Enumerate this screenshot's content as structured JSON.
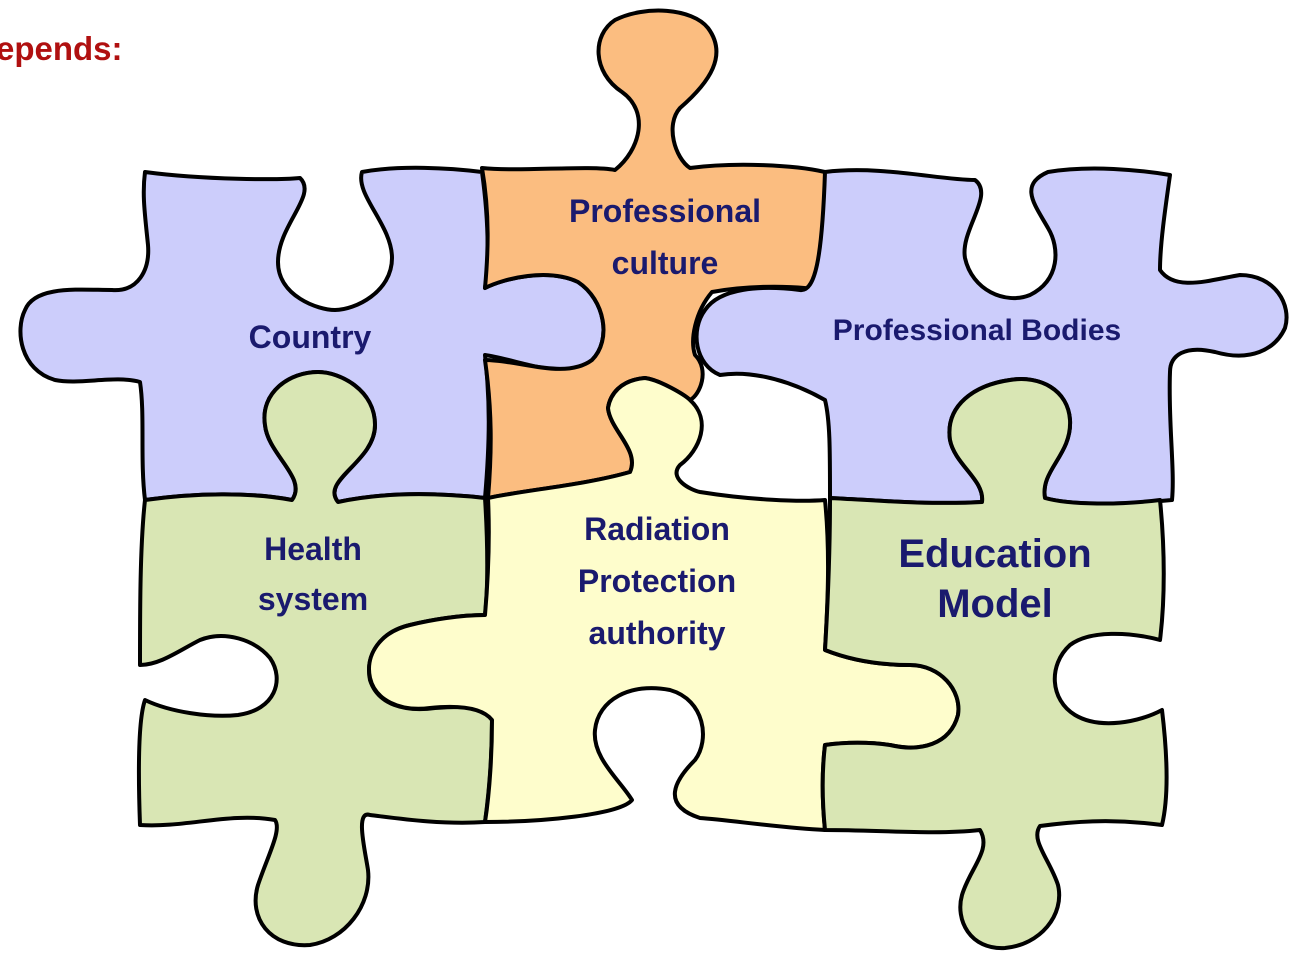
{
  "heading": {
    "text": "epends:",
    "color": "#b01010"
  },
  "label_color": "#1a1a6e",
  "pieces": {
    "country": {
      "label": [
        "Country"
      ],
      "fill": "#cccdfb"
    },
    "professional_culture": {
      "label": [
        "Professional",
        "culture"
      ],
      "fill": "#fbbd80"
    },
    "professional_bodies": {
      "label": [
        "Professional Bodies"
      ],
      "fill": "#cccdfb"
    },
    "health_system": {
      "label": [
        "Health",
        "system"
      ],
      "fill": "#d9e6b4"
    },
    "radiation_protection_authority": {
      "label": [
        "Radiation",
        "Protection",
        "authority"
      ],
      "fill": "#fefdcc"
    },
    "education_model": {
      "label": [
        "Education",
        "Model"
      ],
      "fill": "#d9e6b4"
    }
  }
}
